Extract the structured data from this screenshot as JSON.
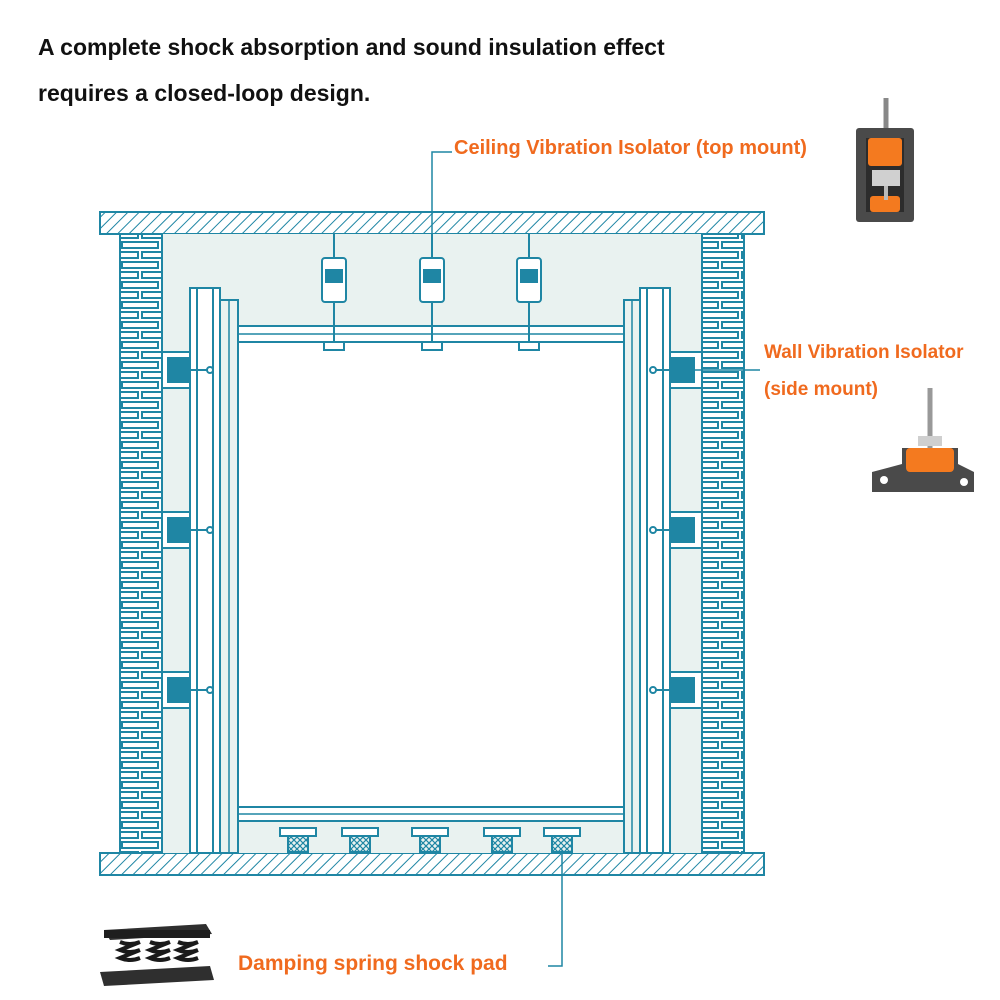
{
  "headline": {
    "line1": "A complete shock absorption and sound insulation effect",
    "line2": "requires a closed-loop design."
  },
  "labels": {
    "ceiling": "Ceiling Vibration Isolator (top mount)",
    "wall_line1": "Wall Vibration Isolator",
    "wall_line2": "(side mount)",
    "floor": "Damping spring shock pad"
  },
  "colors": {
    "line": "#1f86a4",
    "fill": "#e9f2f0",
    "accent": "#f06a1e",
    "text": "#111111",
    "product_dark": "#4a4a4a",
    "product_orange": "#f47a1f"
  },
  "icons": {
    "ceiling_product": "ceiling-isolator-product-icon",
    "wall_product": "wall-isolator-product-icon",
    "floor_product": "spring-pad-product-icon"
  }
}
